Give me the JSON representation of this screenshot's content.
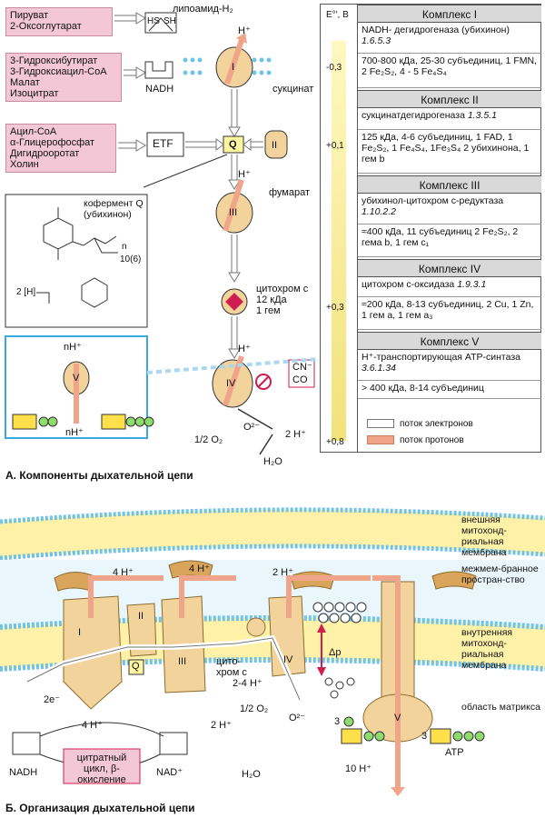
{
  "panelA": {
    "title": "А. Компоненты дыхательной цепи",
    "substrates1": [
      "Пируват",
      "2-Оксоглутарат"
    ],
    "substrates2": [
      "3-Гидроксибутират",
      "3-Гидроксиацил-CoA",
      "Малат",
      "Изоцитрат"
    ],
    "substrates3": [
      "Ацил-CoA",
      "α-Глицерофосфат",
      "Дигидрооротат",
      "Холин"
    ],
    "lipoamide": "липоамид-H₂",
    "hs": "HS",
    "sh": "SH",
    "nadh": "NADH",
    "etf": "ETF",
    "q": "Q",
    "succinate": "сукцинат",
    "fumarate": "фумарат",
    "coq_title": "кофермент Q (убихинон)",
    "cyto_c_title": "цитохром с",
    "cyto_c_mass": "12 кДа",
    "cyto_c_heme": "1 гем",
    "cn": "CN⁻",
    "co": "CO",
    "half_o2": "1/2 O₂",
    "o2minus": "O²⁻",
    "two_h": "2 H⁺",
    "h2o": "H₂O",
    "nh_top": "nH⁺",
    "nh_bottom": "nH⁺",
    "h_plus": "H⁺",
    "roman": [
      "I",
      "II",
      "III",
      "IV",
      "V"
    ],
    "subscript_n": "n",
    "subscript_10_6": "10(6)",
    "two_h_bracket": "2 [H]"
  },
  "table": {
    "e_label": "E°′, В",
    "ticks": [
      "-0,3",
      "+0,1",
      "+0,3",
      "+0,8"
    ],
    "complexes": [
      {
        "header": "Комплекс I",
        "name": "NADH- дегидрогеназа (убихинон)",
        "ec": "1.6.5.3",
        "details": "700-800 кДа, 25-30 субъединиц, 1 FMN, 2 Fe₂S₂, 4 - 5 Fe₄S₄"
      },
      {
        "header": "Комплекс II",
        "name": "сукцинатдегидрогеназа",
        "ec": "1.3.5.1",
        "details": "125 кДа, 4-6 субъединиц, 1 FAD, 1 Fe₂S₂, 1 Fe₄S₄, 1Fe₃S₄ 2 убихинона, 1 гем b"
      },
      {
        "header": "Комплекс III",
        "name": "убихинол-цитохром с-редуктаза",
        "ec": "1.10.2.2",
        "details": "≈400 кДа, 11 субъединиц 2 Fe₂S₂, 2 гема b, 1 гем c₁"
      },
      {
        "header": "Комплекс IV",
        "name": "цитохром с-оксидаза",
        "ec": "1.9.3.1",
        "details": "≈200 кДа, 8-13 субъединиц, 2 Cu, 1 Zn, 1 гем a, 1 гем a₃"
      },
      {
        "header": "Комплекс V",
        "name": "H⁺-транспортирующая АТР-синтаза",
        "ec": "3.6.1.34",
        "details": "> 400 кДа, 8-14 субъединиц"
      }
    ],
    "legend_electrons": "поток электронов",
    "legend_protons": "поток протонов"
  },
  "panelB": {
    "title": "Б. Организация дыхательной цепи",
    "outer_membrane": "внешняя митохонд-риальная мембрана",
    "intermembrane": "межмем-бранное простран-ство",
    "inner_membrane": "внутренняя митохонд-риальная мембрана",
    "matrix": "область матрикса",
    "h4_a": "4 H⁺",
    "h4_b": "4 H⁺",
    "h2_top": "2 H⁺",
    "h4_bottom": "4 H⁺",
    "h2_bottom": "2 H⁺",
    "h24": "2-4 H⁺",
    "h10": "10 H⁺",
    "cytochrome_c": "цито-хром с",
    "delta_p": "Δp",
    "e2": "2e⁻",
    "half_o2": "1/2 O₂",
    "o2minus": "O²⁻",
    "h2o": "H₂O",
    "nadh": "NADH",
    "nad": "NAD⁺",
    "cycle": "цитратный цикл, β-окисление",
    "atp": "ATP",
    "three_a": "3",
    "three_b": "3",
    "q": "Q",
    "roman": [
      "I",
      "II",
      "III",
      "IV",
      "V"
    ]
  },
  "colors": {
    "pink": "#f3c7d6",
    "membrane_blue": "#6fc3e8",
    "membrane_yellow": "#fff2a8",
    "complex_tan": "#f3d39c",
    "proton_arrow": "#f0a48a",
    "accent_red": "#d01d4f"
  }
}
